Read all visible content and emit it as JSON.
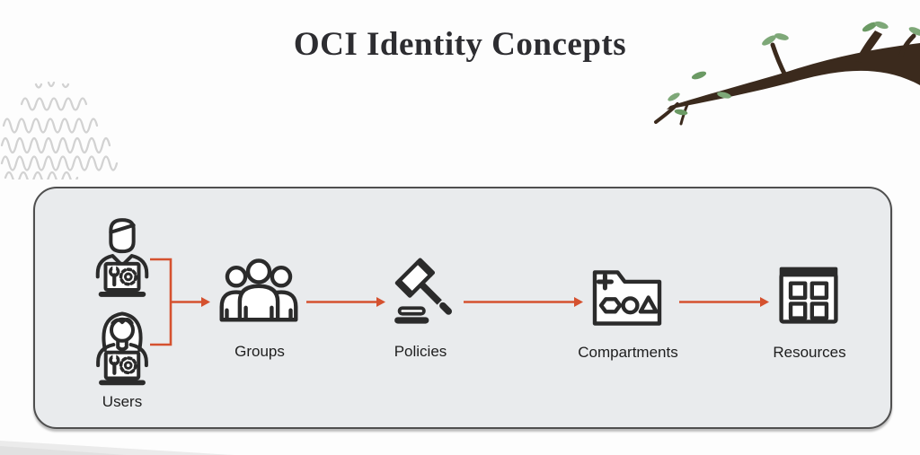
{
  "title": "OCI Identity Concepts",
  "panel": {
    "nodes": [
      {
        "id": "users",
        "label": "Users"
      },
      {
        "id": "groups",
        "label": "Groups"
      },
      {
        "id": "policies",
        "label": "Policies"
      },
      {
        "id": "compartments",
        "label": "Compartments"
      },
      {
        "id": "resources",
        "label": "Resources"
      }
    ],
    "flow_order": [
      "Users",
      "Groups",
      "Policies",
      "Compartments",
      "Resources"
    ]
  },
  "icons": {
    "users": [
      "man-with-laptop-icon",
      "woman-with-laptop-icon"
    ],
    "groups": "three-people-icon",
    "policies": "gavel-icon",
    "compartments": "folder-with-shapes-icon",
    "resources": "application-window-grid-icon"
  },
  "decorations": [
    "squiggle-lines",
    "tree-branch-with-leaves",
    "bottom-left-wedge"
  ],
  "colors": {
    "arrow": "#d5512f",
    "icon_stroke": "#2b2b2b",
    "panel_background": "#e9ebed",
    "panel_border": "#4f4f4f",
    "title_text": "#2d2d31",
    "branch_brown": "#3b2a1d",
    "leaf_green": "#7ea878",
    "squiggle_gray": "#d2d2d2"
  }
}
